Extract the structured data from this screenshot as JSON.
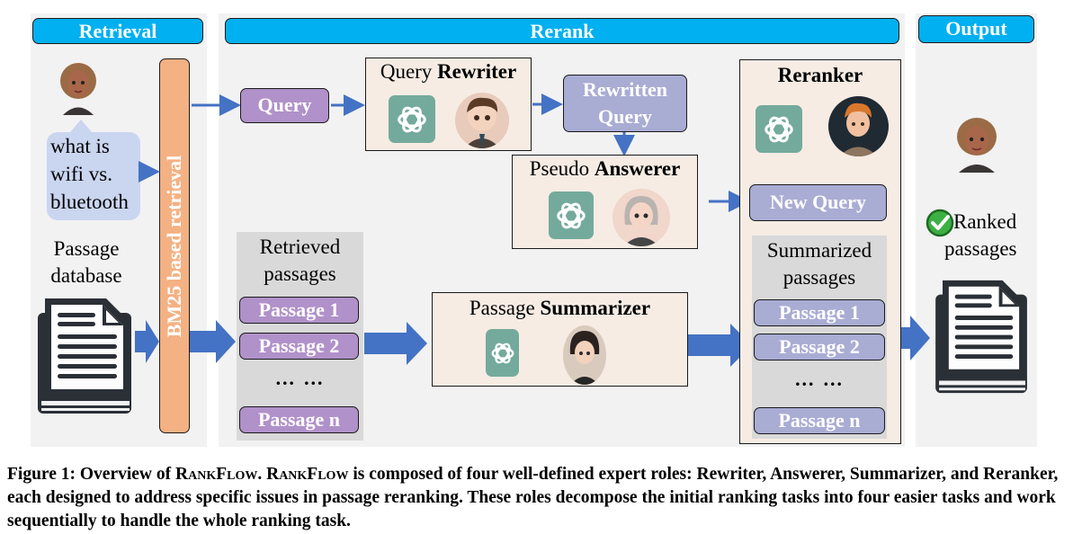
{
  "sections": {
    "retrieval": "Retrieval",
    "rerank": "Rerank",
    "output": "Output"
  },
  "retrieval": {
    "user_query": [
      "what is",
      "wifi vs.",
      "bluetooth"
    ],
    "database_label": [
      "Passage",
      "database"
    ],
    "bm25_label": "BM25 based retrieval"
  },
  "rerank": {
    "query_label": "Query",
    "rewriter": {
      "prefix": "Query ",
      "role": "Rewriter"
    },
    "rewritten_query": [
      "Rewritten",
      "Query"
    ],
    "answerer": {
      "prefix": "Pseudo ",
      "role": "Answerer"
    },
    "retrieved": {
      "title": [
        "Retrieved",
        "passages"
      ],
      "items": [
        "Passage 1",
        "Passage 2",
        "Passage n"
      ],
      "ellipsis": "… …"
    },
    "summarizer": {
      "prefix": "Passage ",
      "role": "Summarizer"
    },
    "reranker": {
      "role": "Reranker",
      "new_query": "New Query",
      "summarized_title": [
        "Summarized",
        "passages"
      ],
      "items": [
        "Passage 1",
        "Passage 2",
        "Passage n"
      ],
      "ellipsis": "… …"
    }
  },
  "output": {
    "ranked_label": [
      "Ranked",
      "passages"
    ]
  },
  "caption": {
    "prefix": "Figure 1: Overview of ",
    "name1": "RankFlow",
    "mid": ". ",
    "name2": "RankFlow",
    "rest": " is composed of four well-defined expert roles: Rewriter, Answerer, Summarizer, and Reranker, each designed to address specific issues in passage reranking. These roles decompose the initial ranking tasks into four easier tasks and work sequentially to handle the whole ranking task."
  },
  "colors": {
    "header": "#00b0f0",
    "panel": "#f2f2f2",
    "role_box": "#f6ece4",
    "bm25_bar": "#f4b183",
    "query_pill": "#b091c9",
    "rewritten_pill": "#a9acd3",
    "arrow": "#4472c4",
    "gpt_logo": "#74aa9c"
  }
}
